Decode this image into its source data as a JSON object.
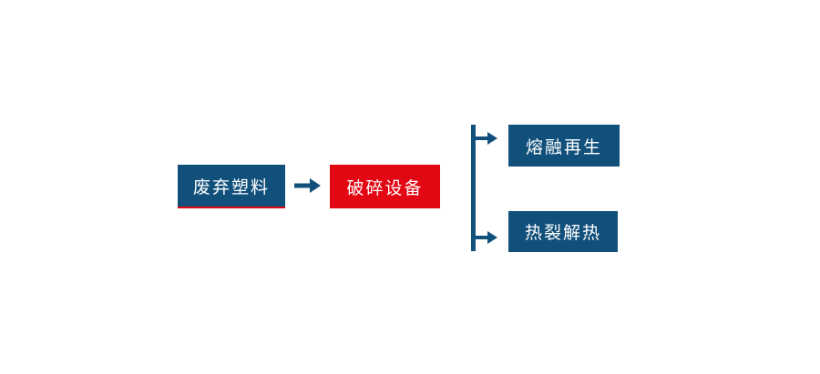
{
  "page": {
    "background": "#ffffff",
    "description_zh": "废弃塑料处理流程图",
    "description_en": "Waste plastic processing flowchart"
  },
  "colors": {
    "node_blue": "#12507c",
    "node_red": "#e30613",
    "underline_red": "#e30613",
    "connector_blue": "#12507c",
    "node_text": "#ffffff"
  },
  "diagram": {
    "nodes": [
      {
        "id": "waste-plastic",
        "label": "废弃塑料",
        "style": "blue-box-red-underline"
      },
      {
        "id": "crushing-equipment",
        "label": "破碎设备",
        "style": "red-box"
      },
      {
        "id": "melt-regeneration",
        "label": "熔融再生",
        "style": "blue-box"
      },
      {
        "id": "pyrolysis-heat",
        "label": "热裂解热",
        "style": "blue-box"
      }
    ],
    "edges": [
      {
        "from": "waste-plastic",
        "to": "crushing-equipment",
        "type": "arrow-right"
      },
      {
        "from": "crushing-equipment",
        "to": "melt-regeneration",
        "type": "branch-arrow-right"
      },
      {
        "from": "crushing-equipment",
        "to": "pyrolysis-heat",
        "type": "branch-arrow-right"
      }
    ]
  }
}
